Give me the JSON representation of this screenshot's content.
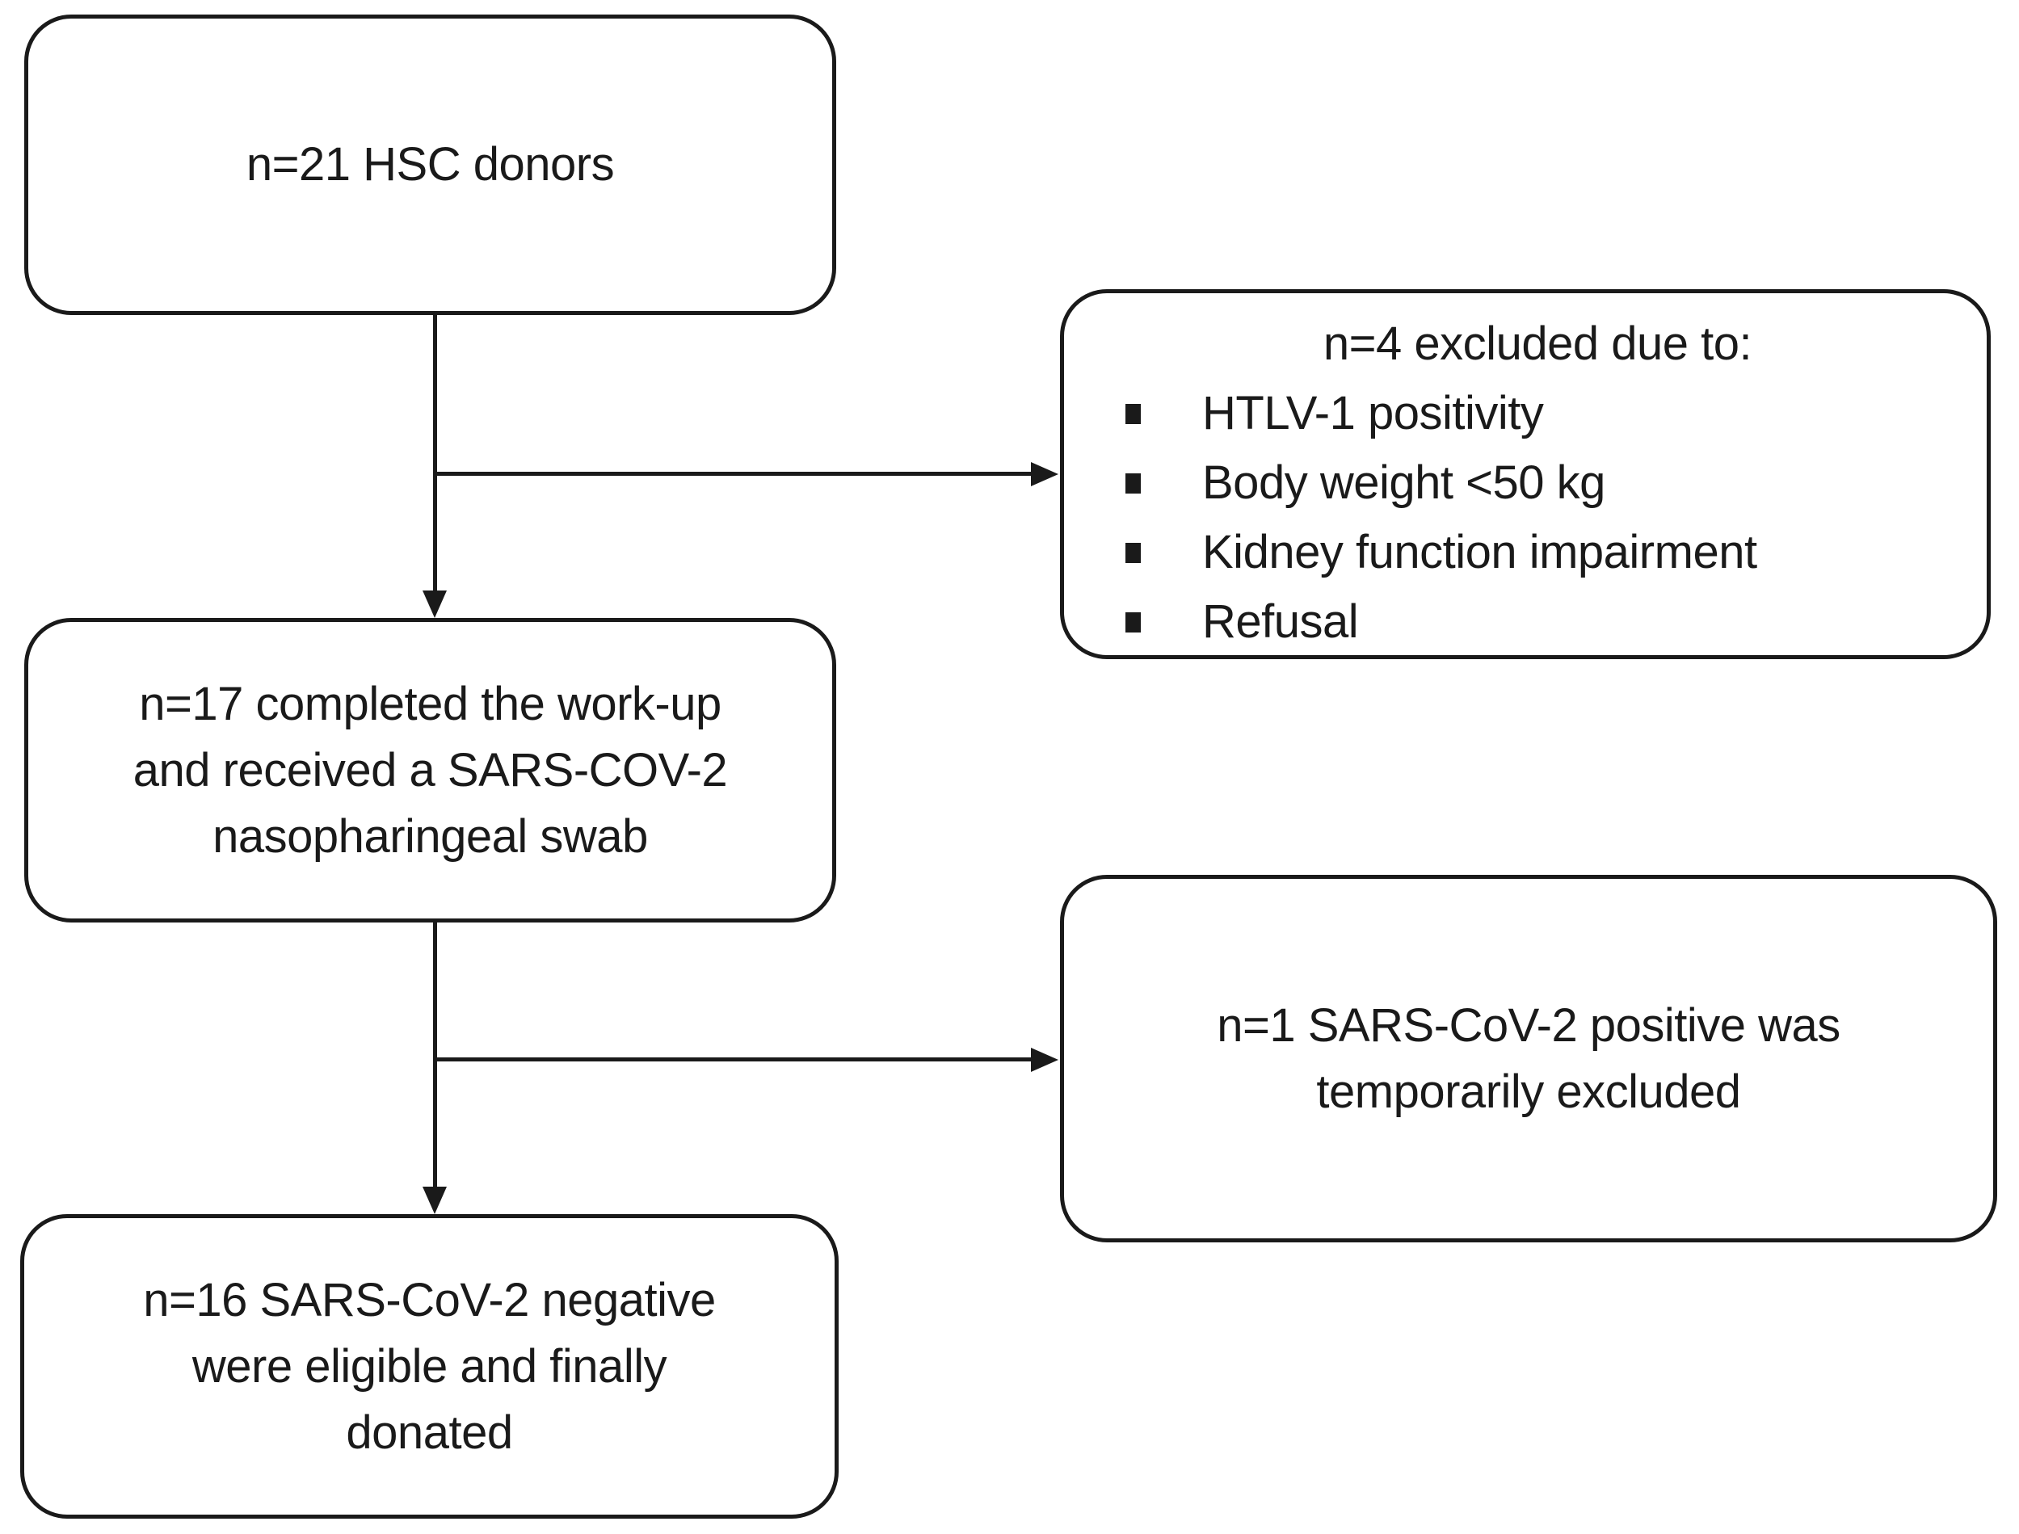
{
  "diagram": {
    "type": "flowchart",
    "background_color": "#ffffff",
    "line_color": "#1a1a1a",
    "boxes": {
      "donors": {
        "text": "n=21 HSC donors"
      },
      "excluded": {
        "title": "n=4 excluded due to:",
        "bullet_icon": "square-bullet",
        "bullets": [
          "HTLV-1 positivity",
          "Body weight <50 kg",
          "Kidney function impairment",
          "Refusal"
        ]
      },
      "workup": {
        "lines": [
          "n=17 completed the work-up",
          "and received a SARS-COV-2",
          "nasopharingeal swab"
        ]
      },
      "positive": {
        "lines": [
          "n=1 SARS-CoV-2 positive was",
          "temporarily excluded"
        ]
      },
      "donated": {
        "lines": [
          "n=16 SARS-CoV-2 negative",
          "were eligible and finally",
          "donated"
        ]
      }
    },
    "edges": [
      {
        "from": "donors",
        "to": "workup",
        "style": "arrow-down"
      },
      {
        "from": "donors",
        "to": "excluded",
        "style": "arrow-right"
      },
      {
        "from": "workup",
        "to": "donated",
        "style": "arrow-down"
      },
      {
        "from": "workup",
        "to": "positive",
        "style": "arrow-right"
      }
    ]
  }
}
